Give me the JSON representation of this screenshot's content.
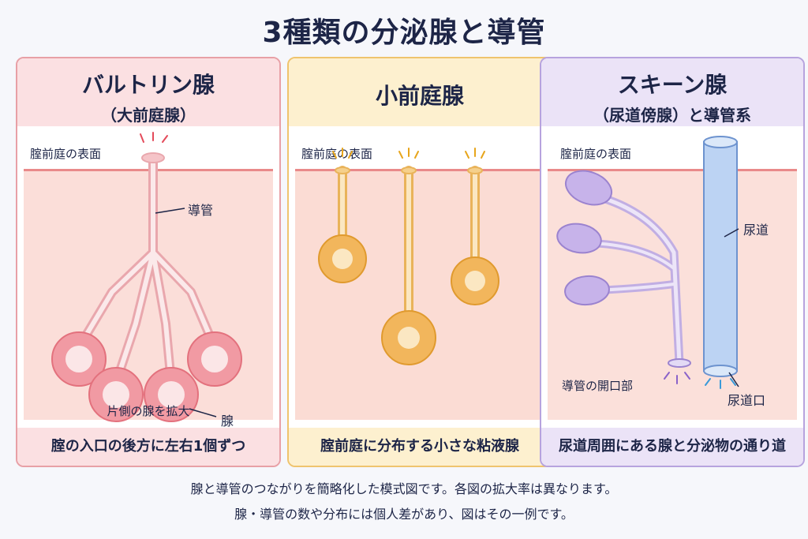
{
  "title": "3種類の分泌腺と導管",
  "panels": [
    {
      "title": "バルトリン腺",
      "subtitle": "（大前庭腺）",
      "surface_label": "腟前庭の表面",
      "duct_label": "導管",
      "gland_label": "腺",
      "caption": "片側の腺を拡大",
      "footer": "腟の入口の後方に左右1個ずつ"
    },
    {
      "title": "小前庭腺",
      "surface_label": "腟前庭の表面",
      "footer": "腟前庭に分布する小さな粘液腺"
    },
    {
      "title": "スキーン腺",
      "subtitle": "（尿道傍腺）と導管系",
      "surface_label": "腟前庭の表面",
      "urethra_label": "尿道",
      "duct_opening_label": "導管の開口部",
      "urethral_opening_label": "尿道口",
      "footer": "尿道周囲にある腺と分泌物の通り道"
    }
  ],
  "notes": [
    "腺と導管のつながりを簡略化した模式図です。各図の拡大率は異なります。",
    "腺・導管の数や分布には個人差があり、図はその一例です。"
  ],
  "colors": {
    "bartholin": "#e8a0a6",
    "minor": "#efc46e",
    "skene": "#b7a3de"
  }
}
